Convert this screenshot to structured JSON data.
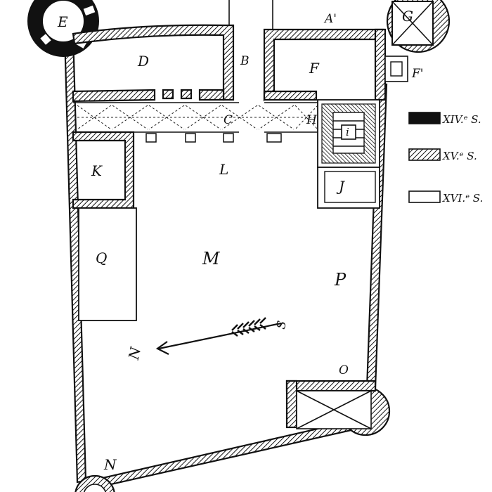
{
  "labels": {
    "E": "E",
    "D": "D",
    "B": "B",
    "A_prime": "A'",
    "F": "F",
    "G": "G",
    "F_prime": "F'",
    "C": "C",
    "H": "H",
    "stair_mark": "i",
    "L": "L",
    "K": "K",
    "J": "J",
    "Q": "Q",
    "M": "M",
    "P": "P",
    "O": "O",
    "N": "N",
    "compass_north": "N",
    "compass_south": "S"
  },
  "legend": {
    "items": [
      {
        "label": "XIV.ᵉ S.",
        "swatch": "solid"
      },
      {
        "label": "XV.ᵉ S.",
        "swatch": "hatched"
      },
      {
        "label": "XVI.ᵉ S.",
        "swatch": "open"
      }
    ]
  },
  "colors": {
    "ink": "#111111",
    "paper": "#ffffff"
  }
}
